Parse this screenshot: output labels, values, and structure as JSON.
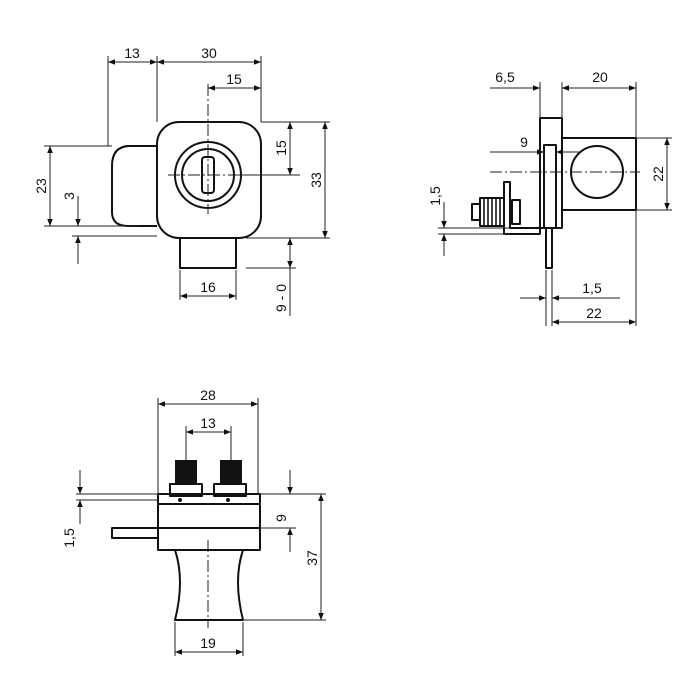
{
  "front_view": {
    "dims": [
      "13",
      "30",
      "15",
      "15",
      "33",
      "23",
      "3",
      "16",
      "9 - 0"
    ]
  },
  "side_view": {
    "dims": [
      "6,5",
      "20",
      "9",
      "22",
      "1,5",
      "1,5",
      "22"
    ]
  },
  "bottom_view": {
    "dims": [
      "28",
      "13",
      "1,5",
      "9",
      "37",
      "19"
    ]
  },
  "colors": {
    "line": "#111111",
    "background": "#ffffff"
  }
}
